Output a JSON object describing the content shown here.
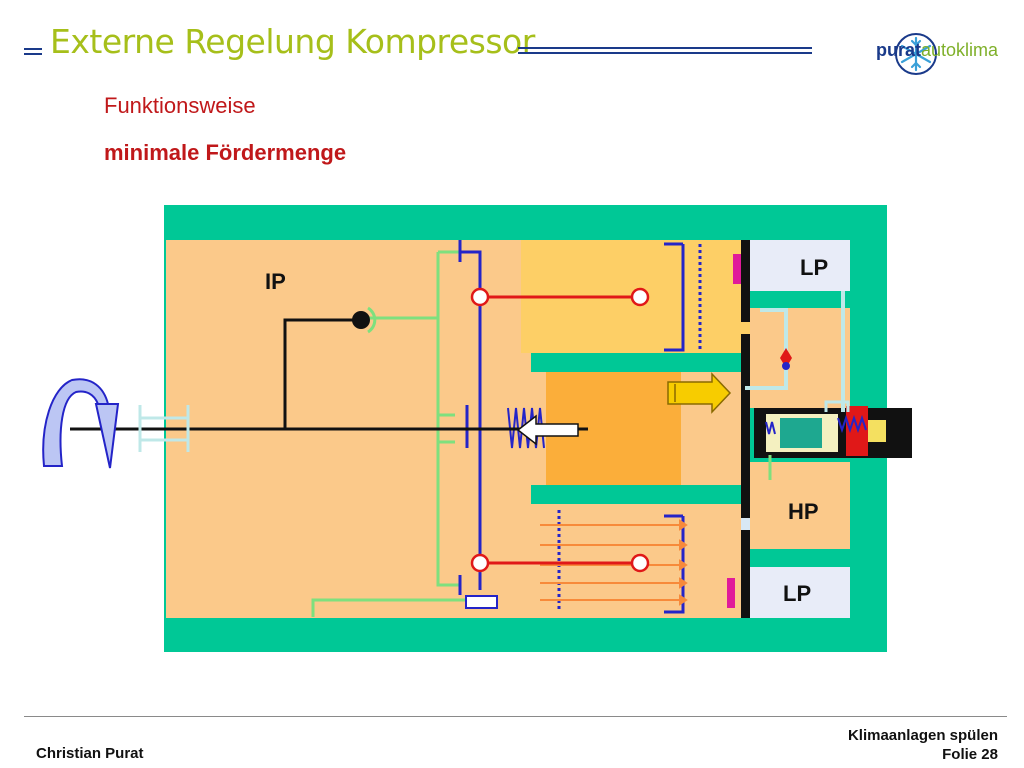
{
  "header": {
    "title": "Externe Regelung Kompressor",
    "subtitle": "Funktionsweise",
    "subheading": "minimale Fördermenge"
  },
  "logo": {
    "brand_primary": "purat",
    "brand_secondary": "autoklima",
    "icon": "snowflake-icon"
  },
  "diagram": {
    "labels": {
      "ip": "IP",
      "lp_top": "LP",
      "hp": "HP",
      "lp_bottom": "LP"
    },
    "colors": {
      "housing": "#00c896",
      "chamber": "#fbc98a",
      "cylinder": "#fdcf66",
      "piston": "#fbae3a",
      "swash_plate": "#7ee07e",
      "piston_rod": "#2424c8",
      "connecting_rod": "#e01818",
      "valve_marker": "#e01a9a",
      "arrow": "#f7cc00",
      "rotation_arrow": "#bcc6f4"
    }
  },
  "footer": {
    "author": "Christian Purat",
    "topic": "Klimaanlagen spülen",
    "slide": "Folie 28"
  }
}
